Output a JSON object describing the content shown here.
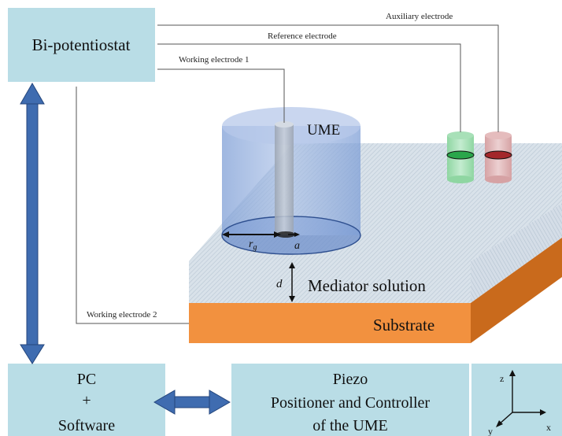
{
  "boxes": {
    "bipotentiostat": "Bi-potentiostat",
    "pc": {
      "line1": "PC",
      "line2": "+",
      "line3": "Software"
    },
    "piezo": {
      "line1": "Piezo",
      "line2": "Positioner and Controller",
      "line3": "of the UME"
    }
  },
  "wires": {
    "auxiliary": "Auxiliary electrode",
    "reference": "Reference electrode",
    "working1": "Working electrode 1",
    "working2": "Working electrode 2"
  },
  "labels": {
    "ume": "UME",
    "rg_base": "r",
    "rg_sub": "g",
    "a": "a",
    "d": "d",
    "mediator": "Mediator solution",
    "substrate": "Substrate"
  },
  "axes": {
    "z": "z",
    "x": "x",
    "y": "y"
  },
  "colors": {
    "box_fill": "#b9dde6",
    "arrow_blue": "#3f6cb0",
    "substrate_top": "#f2913f",
    "substrate_side": "#c96a1c",
    "mediator_fill": "#dfe7ef",
    "ume_blue": "#8aa6d8",
    "green_electrode": "#2aa64b",
    "red_electrode": "#a3272b"
  }
}
